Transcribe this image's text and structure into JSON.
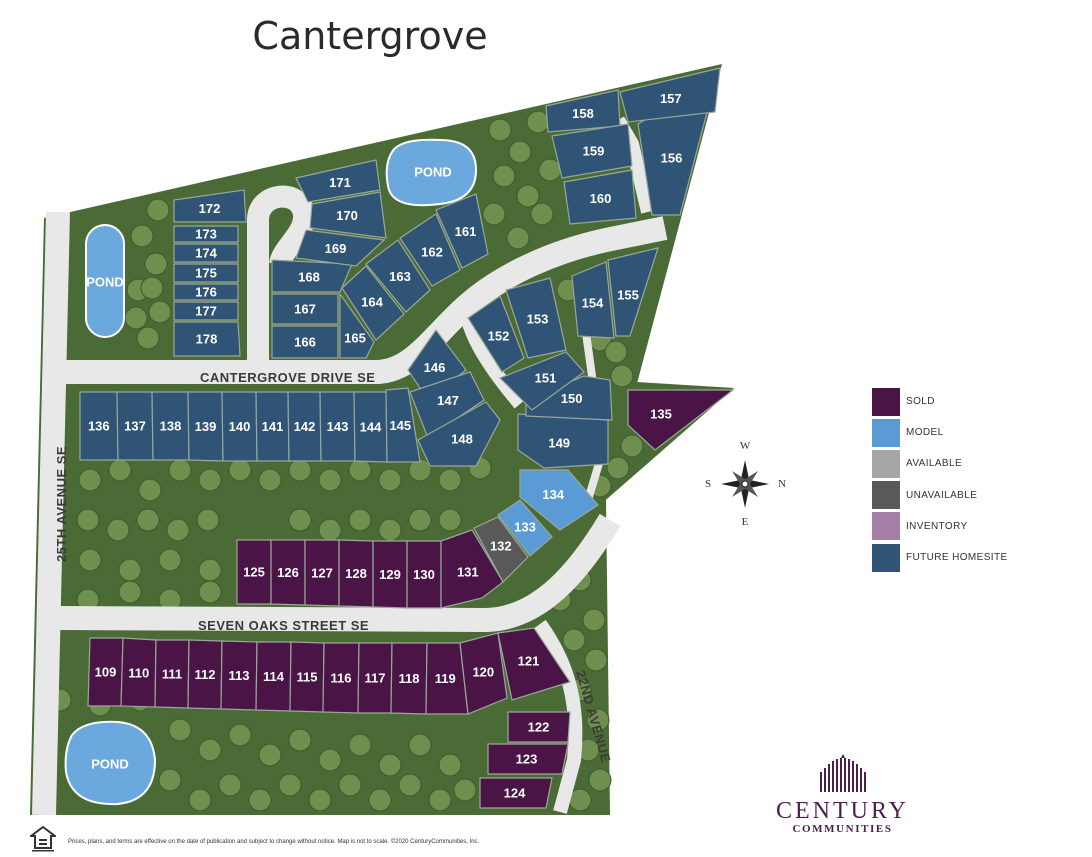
{
  "title": "Cantergrove",
  "colors": {
    "sold": "#4a1447",
    "model": "#5b9bd5",
    "available": "#a6a6a6",
    "unavailable": "#595959",
    "inventory": "#a57fa6",
    "future": "#2f5475",
    "grass": "#4b6b36",
    "road": "#e8e8e8",
    "pond": "#6aa8de"
  },
  "legend": [
    {
      "key": "sold",
      "label": "SOLD",
      "color": "#4a1447"
    },
    {
      "key": "model",
      "label": "MODEL",
      "color": "#5b9bd5"
    },
    {
      "key": "available",
      "label": "AVAILABLE",
      "color": "#a6a6a6"
    },
    {
      "key": "unavailable",
      "label": "UNAVAILABLE",
      "color": "#595959"
    },
    {
      "key": "inventory",
      "label": "INVENTORY",
      "color": "#a57fa6"
    },
    {
      "key": "future",
      "label": "FUTURE HOMESITE",
      "color": "#2f5475"
    }
  ],
  "streets": {
    "cantergrove": "CANTERGROVE DRIVE SE",
    "seven_oaks": "SEVEN OAKS STREET SE",
    "avenue_25": "25TH AVENUE SE",
    "avenue_22": "22ND AVENUE"
  },
  "ponds": [
    "POND",
    "POND",
    "POND"
  ],
  "compass": {
    "w": "W",
    "s": "S",
    "n": "N",
    "e": "E"
  },
  "lots": [
    {
      "number": "109",
      "status": "sold"
    },
    {
      "number": "110",
      "status": "sold"
    },
    {
      "number": "111",
      "status": "sold"
    },
    {
      "number": "112",
      "status": "sold"
    },
    {
      "number": "113",
      "status": "sold"
    },
    {
      "number": "114",
      "status": "sold"
    },
    {
      "number": "115",
      "status": "sold"
    },
    {
      "number": "116",
      "status": "sold"
    },
    {
      "number": "117",
      "status": "sold"
    },
    {
      "number": "118",
      "status": "sold"
    },
    {
      "number": "119",
      "status": "sold"
    },
    {
      "number": "120",
      "status": "sold"
    },
    {
      "number": "121",
      "status": "sold"
    },
    {
      "number": "122",
      "status": "sold"
    },
    {
      "number": "123",
      "status": "sold"
    },
    {
      "number": "124",
      "status": "sold"
    },
    {
      "number": "125",
      "status": "sold"
    },
    {
      "number": "126",
      "status": "sold"
    },
    {
      "number": "127",
      "status": "sold"
    },
    {
      "number": "128",
      "status": "sold"
    },
    {
      "number": "129",
      "status": "sold"
    },
    {
      "number": "130",
      "status": "sold"
    },
    {
      "number": "131",
      "status": "sold"
    },
    {
      "number": "132",
      "status": "unavailable"
    },
    {
      "number": "133",
      "status": "model"
    },
    {
      "number": "134",
      "status": "model"
    },
    {
      "number": "135",
      "status": "sold"
    },
    {
      "number": "136",
      "status": "future"
    },
    {
      "number": "137",
      "status": "future"
    },
    {
      "number": "138",
      "status": "future"
    },
    {
      "number": "139",
      "status": "future"
    },
    {
      "number": "140",
      "status": "future"
    },
    {
      "number": "141",
      "status": "future"
    },
    {
      "number": "142",
      "status": "future"
    },
    {
      "number": "143",
      "status": "future"
    },
    {
      "number": "144",
      "status": "future"
    },
    {
      "number": "145",
      "status": "future"
    },
    {
      "number": "146",
      "status": "future"
    },
    {
      "number": "147",
      "status": "future"
    },
    {
      "number": "148",
      "status": "future"
    },
    {
      "number": "149",
      "status": "future"
    },
    {
      "number": "150",
      "status": "future"
    },
    {
      "number": "151",
      "status": "future"
    },
    {
      "number": "152",
      "status": "future"
    },
    {
      "number": "153",
      "status": "future"
    },
    {
      "number": "154",
      "status": "future"
    },
    {
      "number": "155",
      "status": "future"
    },
    {
      "number": "156",
      "status": "future"
    },
    {
      "number": "157",
      "status": "future"
    },
    {
      "number": "158",
      "status": "future"
    },
    {
      "number": "159",
      "status": "future"
    },
    {
      "number": "160",
      "status": "future"
    },
    {
      "number": "161",
      "status": "future"
    },
    {
      "number": "162",
      "status": "future"
    },
    {
      "number": "163",
      "status": "future"
    },
    {
      "number": "164",
      "status": "future"
    },
    {
      "number": "165",
      "status": "future"
    },
    {
      "number": "166",
      "status": "future"
    },
    {
      "number": "167",
      "status": "future"
    },
    {
      "number": "168",
      "status": "future"
    },
    {
      "number": "169",
      "status": "future"
    },
    {
      "number": "170",
      "status": "future"
    },
    {
      "number": "171",
      "status": "future"
    },
    {
      "number": "172",
      "status": "future"
    },
    {
      "number": "173",
      "status": "future"
    },
    {
      "number": "174",
      "status": "future"
    },
    {
      "number": "175",
      "status": "future"
    },
    {
      "number": "176",
      "status": "future"
    },
    {
      "number": "177",
      "status": "future"
    },
    {
      "number": "178",
      "status": "future"
    }
  ],
  "logo": {
    "name": "CENTURY",
    "sub": "COMMUNITIES"
  },
  "disclaimer": "Prices, plans, and terms are effective on the date of publication and subject to change without notice. Map is not to scale. ©2020 CenturyCommunities, Inc."
}
